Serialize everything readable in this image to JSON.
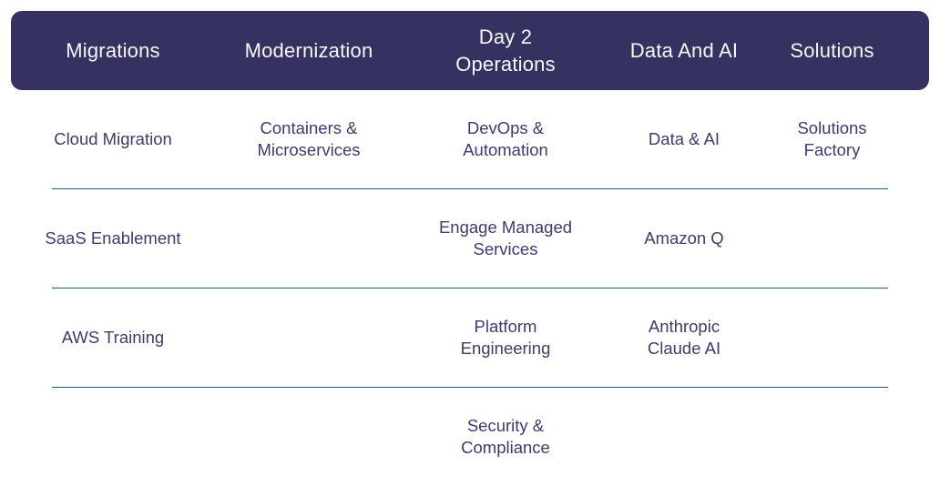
{
  "theme": {
    "background": "#ffffff",
    "header_bg": "#353160",
    "header_text": "#f7f6fb",
    "item_text": "#3e3b6e",
    "divider": "#1e5f7e"
  },
  "header": {
    "tabs": [
      {
        "label": "Migrations"
      },
      {
        "label": "Modernization"
      },
      {
        "label": "Day 2\nOperations"
      },
      {
        "label": "Data And AI"
      },
      {
        "label": "Solutions"
      }
    ]
  },
  "rows": [
    [
      "Cloud Migration",
      "Containers &\nMicroservices",
      "DevOps &\nAutomation",
      "Data & AI",
      "Solutions\nFactory"
    ],
    [
      "SaaS Enablement",
      "",
      "Engage Managed\nServices",
      "Amazon Q",
      ""
    ],
    [
      "AWS Training",
      "",
      "Platform\nEngineering",
      "Anthropic\nClaude AI",
      ""
    ],
    [
      "",
      "",
      "Security &\nCompliance",
      "",
      ""
    ]
  ]
}
